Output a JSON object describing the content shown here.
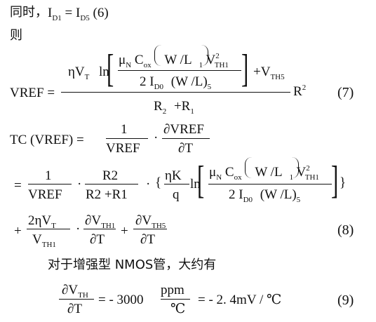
{
  "line1": {
    "cjk": "同时，",
    "lhs": "I",
    "lhs_sub": "D1",
    "eq": "=",
    "rhs": "I",
    "rhs_sub": "D5",
    "tag": "(6)"
  },
  "line2": {
    "text": "则"
  },
  "eq7": {
    "lhs": "VREF =",
    "eta_vt": "ηV",
    "t_sub": "T",
    "ln": "ln",
    "mu": "μ",
    "mu_sub": "N",
    "cox": "C",
    "cox_sub": "ox",
    "wl": "W /L",
    "wl_sub": "1",
    "vth1": "V",
    "vth1_sup": "2",
    "vth1_sub": "TH1",
    "den_two": "2 I",
    "den_sub": "D0",
    "den_wl": "(W /L)",
    "den_wl_sub": "5",
    "plus_vth5": "+V",
    "vth5_sub": "TH5",
    "r2": "R",
    "r2_sup": "2",
    "bottom": "R",
    "bottom_sub2": "2",
    "bottom_plus": "+R",
    "bottom_sub1": "1",
    "tag": "(7)"
  },
  "eq_tc": {
    "lhs": "TC (VREF) =",
    "one": "1",
    "vref": "VREF",
    "dot": "·",
    "num": "∂VREF",
    "den": "∂T"
  },
  "eq_exp": {
    "eq": "=",
    "one": "1",
    "vref": "VREF",
    "r2": "R2",
    "r2r1": "R2 +R1",
    "dot": "·",
    "brace_open": "{",
    "eta_k": "ηK",
    "q": "q",
    "ln": "ln",
    "brace_close": "}"
  },
  "eq8": {
    "plus": "+",
    "two_eta_vt": "2ηV",
    "t_sub": "T",
    "vth1": "V",
    "vth1_sub": "TH1",
    "dv_th1": "∂V",
    "dv_th1_sub": "TH1",
    "dt": "∂T",
    "plus2": "+",
    "dv_th5": "∂V",
    "dv_th5_sub": "TH5",
    "dt2": "∂T",
    "tag": "(8)"
  },
  "line_enh": {
    "text": "对于增强型 NMOS管，大约有"
  },
  "eq9": {
    "num": "∂V",
    "num_sub": "TH",
    "den": "∂T",
    "eq": "=  - 3000",
    "ppm": "ppm",
    "deg": "℃",
    "rest": "=  - 2. 4mV / ℃",
    "tag": "(9)"
  }
}
